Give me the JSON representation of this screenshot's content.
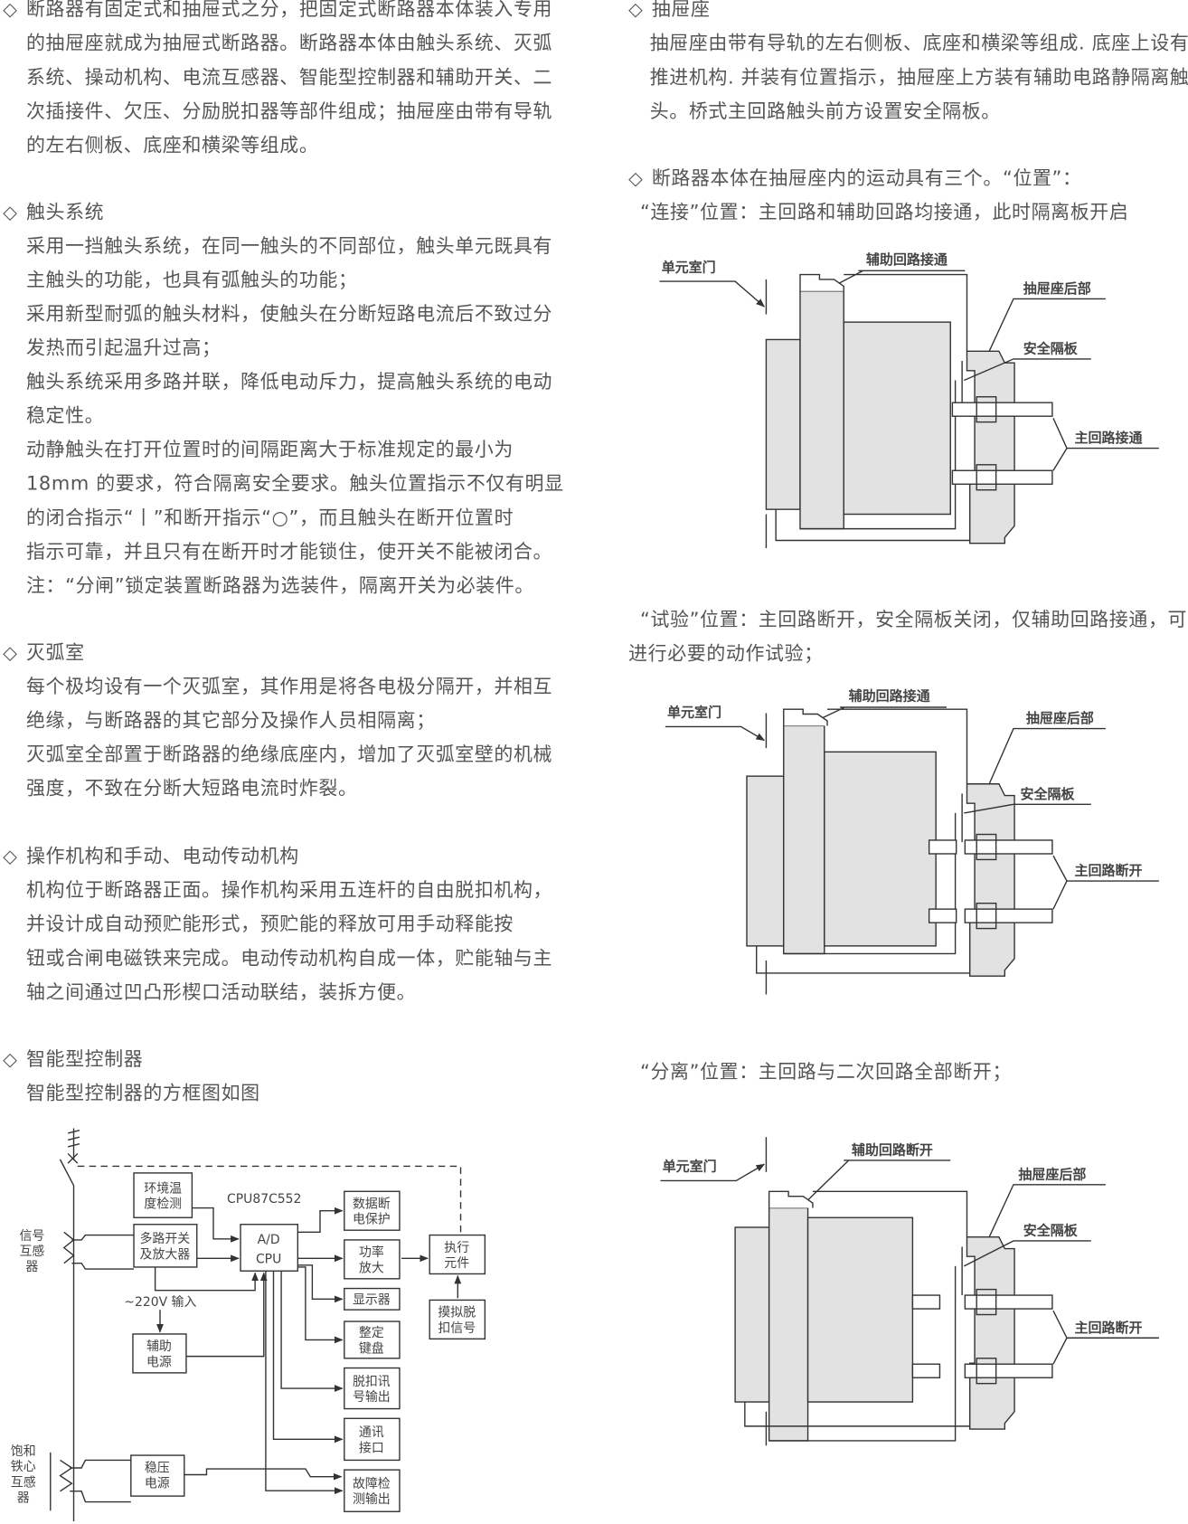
{
  "left": [
    {
      "heading": "断路器有固定式和抽屉式之分，把固定式断路器本体装入专用",
      "lines": [
        "的抽屉座就成为抽屉式断路器。断路器本体由触头系统、灭弧",
        "系统、操动机构、电流互感器、智能型控制器和辅助开关、二",
        "次插接件、欠压、分励脱扣器等部件组成；抽屉座由带有导轨",
        "的左右侧板、底座和横梁等组成。"
      ]
    },
    {
      "heading": "触头系统",
      "lines": [
        "采用一挡触头系统，在同一触头的不同部位，触头单元既具有",
        "主触头的功能，也具有弧触头的功能；",
        "采用新型耐弧的触头材料，使触头在分断短路电流后不致过分",
        "发热而引起温升过高；",
        "触头系统采用多路并联，降低电动斥力，提高触头系统的电动",
        "稳定性。",
        "动静触头在打开位置时的间隔距离大于标准规定的最小为",
        "18mm 的要求，符合隔离安全要求。触头位置指示不仅有明显",
        "的闭合指示“丨”和断开指示“○”，而且触头在断开位置时",
        "指示可靠，并且只有在断开时才能锁住，使开关不能被闭合。",
        "注：“分闸”锁定装置断路器为选装件，隔离开关为必装件。"
      ]
    },
    {
      "heading": "灭弧室",
      "lines": [
        "每个极均设有一个灭弧室，其作用是将各电极分隔开，并相互",
        "绝缘，与断路器的其它部分及操作人员相隔离；",
        "灭弧室全部置于断路器的绝缘底座内，增加了灭弧室壁的机械",
        "强度，不致在分断大短路电流时炸裂。"
      ]
    },
    {
      "heading": "操作机构和手动、电动传动机构",
      "lines": [
        "机构位于断路器正面。操作机构采用五连杆的自由脱扣机构，",
        "并设计成自动预贮能形式，预贮能的释放可用手动释能按",
        "钮或合闸电磁铁来完成。电动传动机构自成一体，贮能轴与主",
        "轴之间通过凹凸形楔口活动联结，装拆方便。"
      ]
    },
    {
      "heading": "智能型控制器",
      "lines": [
        "智能型控制器的方框图如图"
      ]
    }
  ],
  "right": [
    {
      "heading": "抽屉座",
      "lines": [
        "抽屉座由带有导轨的左右侧板、底座和横梁等组成. 底座上设有",
        "推进机构. 并装有位置指示，抽屉座上方装有辅助电路静隔离触",
        "头。桥式主回路触头前方设置安全隔板。"
      ]
    },
    {
      "heading": "断路器本体在抽屉座内的运动具有三个。“位置”：",
      "lines": [
        "“连接”位置：主回路和辅助回路均接通，此时隔离板开启"
      ]
    }
  ],
  "test_text": [
    "“试验”位置：主回路断开，安全隔板关闭，仅辅助回路接通，可",
    "进行必要的动作试验；"
  ],
  "separate_text": "“分离”位置：主回路与二次回路全部断开；",
  "diamond_icon": "◇",
  "connected_diagram": {
    "door": "单元室门",
    "aux": "辅助回路接通",
    "rear": "抽屉座后部",
    "plate": "安全隔板",
    "main": "主回路接通"
  },
  "test_diagram": {
    "door": "单元室门",
    "aux": "辅助回路接通",
    "rear": "抽屉座后部",
    "plate": "安全隔板",
    "main": "主回路断开"
  },
  "separated_diagram": {
    "door": "单元室门",
    "aux": "辅助回路断开",
    "rear": "抽屉座后部",
    "plate": "安全隔板",
    "main": "主回路断开"
  },
  "controller_diagram": {
    "cpu_model": "CPU87C552",
    "cpu": [
      "A/D",
      "CPU"
    ],
    "temp": [
      "环境温",
      "度检测"
    ],
    "mux": [
      "多路开关",
      "及放大器"
    ],
    "aux_power": [
      "辅助",
      "电源"
    ],
    "regulated_power": [
      "稳压",
      "电源"
    ],
    "input": "~220V  输入",
    "signal_ct": [
      "信号",
      "互感",
      "器"
    ],
    "saturated_ct": [
      "饱和",
      "铁心",
      "互感",
      "器"
    ],
    "outputs": [
      [
        "数据断",
        "电保护"
      ],
      [
        "功率",
        "放大"
      ],
      [
        "显示器"
      ],
      [
        "整定",
        "键盘"
      ],
      [
        "脱扣讯",
        "号输出"
      ],
      [
        "通讯",
        "接口"
      ],
      [
        "故障检",
        "测输出"
      ]
    ],
    "actuator": [
      "执行",
      "元件"
    ],
    "sim_trip": [
      "摸拟脱",
      "扣信号"
    ]
  },
  "colors": {
    "text": "#555555",
    "fill": "#e2e2e2",
    "stroke": "#333333"
  }
}
